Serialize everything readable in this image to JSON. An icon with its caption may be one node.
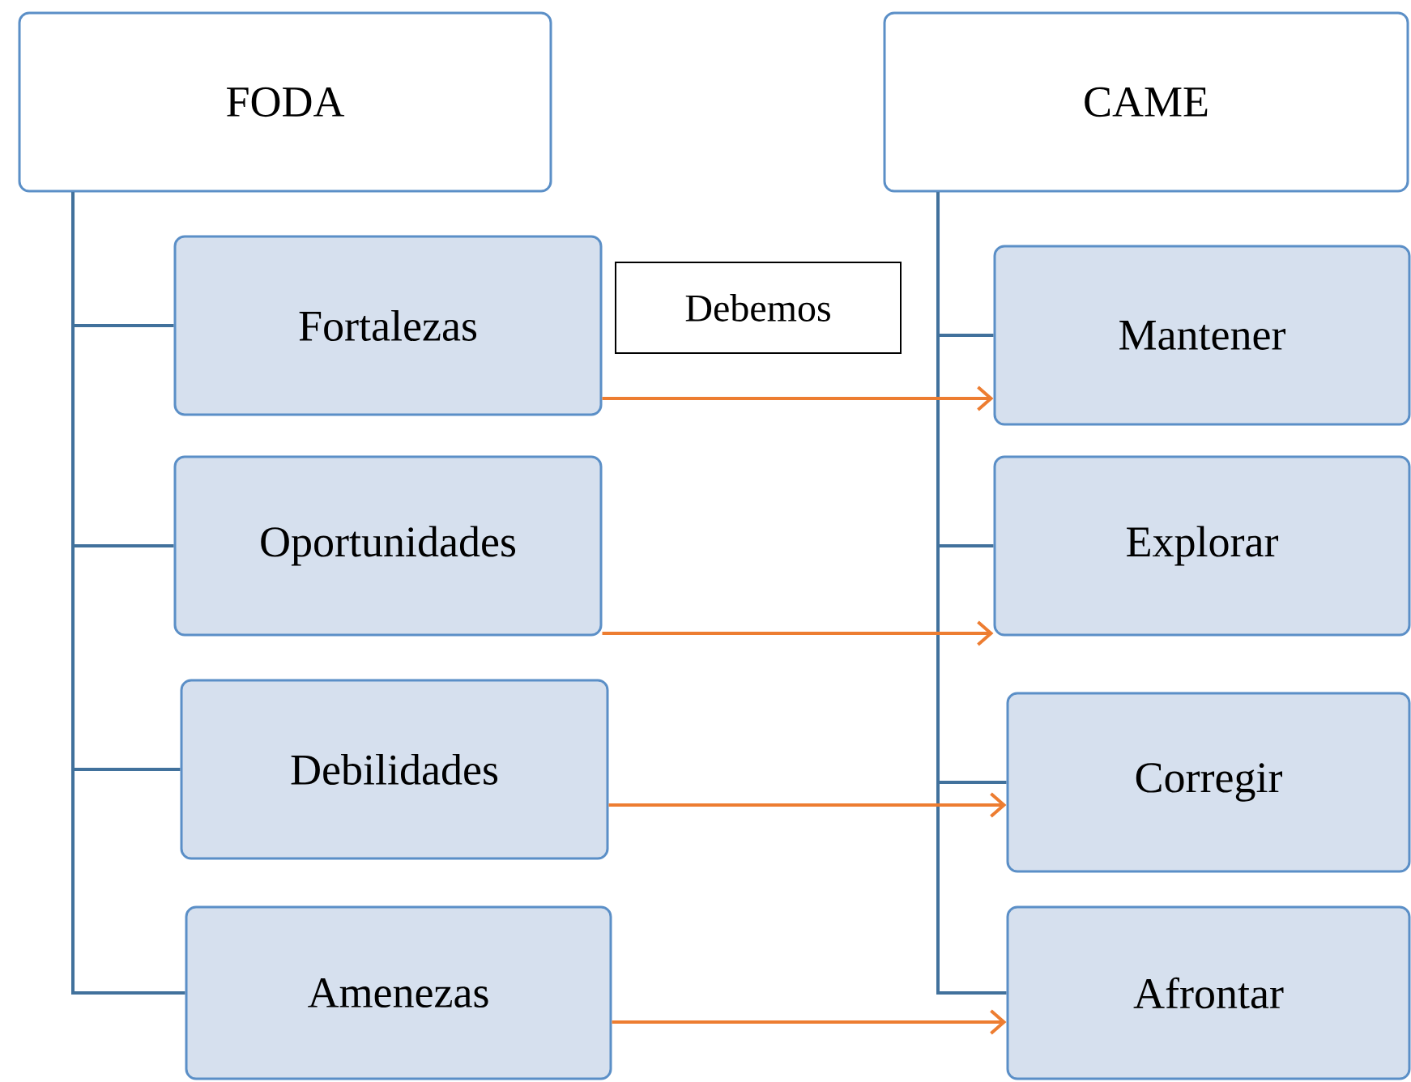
{
  "diagram": {
    "nodes": [
      {
        "text": [
          "FODA"
        ]
      },
      {
        "text": [
          "Fortalezas"
        ]
      },
      {
        "text": [
          "Oportunidades"
        ]
      },
      {
        "text": [
          "Debilidades"
        ]
      },
      {
        "text": [
          "Amenezas"
        ]
      },
      {
        "text": [
          "CAME"
        ]
      },
      {
        "text": [
          "Mantener"
        ]
      },
      {
        "text": [
          "Explorar"
        ]
      },
      {
        "text": [
          "Corregir"
        ]
      },
      {
        "text": [
          "Afrontar"
        ]
      },
      {
        "text": [
          "Debemos"
        ]
      }
    ],
    "edges": [
      {
        "from": 0,
        "to": 1,
        "arrow": "none"
      },
      {
        "from": 0,
        "to": 2,
        "arrow": "none"
      },
      {
        "from": 0,
        "to": 3,
        "arrow": "none"
      },
      {
        "from": 0,
        "to": 4,
        "arrow": "none"
      },
      {
        "from": 5,
        "to": 6,
        "arrow": "none"
      },
      {
        "from": 5,
        "to": 7,
        "arrow": "none"
      },
      {
        "from": 5,
        "to": 8,
        "arrow": "none"
      },
      {
        "from": 5,
        "to": 9,
        "arrow": "none"
      },
      {
        "from": 1,
        "to": 6,
        "arrow": "to",
        "color": "#ed7d31"
      },
      {
        "from": 2,
        "to": 7,
        "arrow": "to",
        "color": "#ed7d31"
      },
      {
        "from": 3,
        "to": 8,
        "arrow": "to",
        "color": "#ed7d31"
      },
      {
        "from": 4,
        "to": 9,
        "arrow": "to",
        "color": "#ed7d31"
      }
    ]
  }
}
